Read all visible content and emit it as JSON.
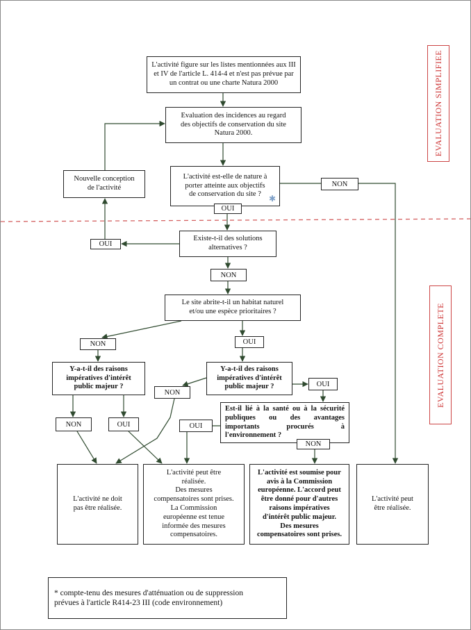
{
  "side_labels": {
    "simplified": "EVALUATION SIMPLIFIEE",
    "complete": "EVALUATION COMPLETE"
  },
  "boxes": {
    "activity_listed": "L'activité figure sur les listes mentionnées aux III\net IV de l'article L. 414-4 et n'est pas prévue par\nun contrat ou une charte Natura 2000",
    "evaluation": "Evaluation des incidences au regard\ndes objectifs de conservation du site\nNatura 2000.",
    "nature_q": "L'activité est-elle de nature à\nporter atteinte aux objectifs\nde conservation du site ?",
    "nature_q_mark": "✱",
    "new_design": "Nouvelle conception\nde l'activité",
    "alternatives_q": "Existe-t-il des solutions\nalternatives ?",
    "habitat_q": "Le site abrite-t-il un habitat naturel\net/ou une espèce prioritaires ?",
    "reasons_q_left": "Y-a-t-il des raisons\nimpératives d'intérêt\npublic majeur ?",
    "reasons_q_right": "Y-a-t-il des raisons\nimpératives d'intérêt\npublic majeur ?",
    "health_q": "Est-il lié à la santé ou à la sécurité publiques ou des avantages importants procurés à l'environnement ?",
    "outcome_not": "L'activité ne doit\npas être réalisée.",
    "outcome_comp": "L'activité peut être\nréalisée.\nDes mesures\ncompensatoires sont prises.\nLa Commission\neuropéenne est tenue\ninformée des mesures\ncompensatoires.",
    "outcome_commission": "L'activité est soumise pour\navis à la Commission\neuropéenne. L'accord peut\nêtre donné pour d'autres\nraisons impératives\nd'intérêt public majeur.\nDes mesures\ncompensatoires sont prises.",
    "outcome_ok": "L'activité peut\nêtre réalisée."
  },
  "labels": {
    "non_nature": "NON",
    "oui_nature": "OUI",
    "oui_alt": "OUI",
    "non_alt": "NON",
    "non_habitat": "NON",
    "oui_habitat": "OUI",
    "non_reasons_left": "NON",
    "oui_reasons_left": "OUI",
    "non_reasons_right": "NON",
    "oui_reasons_right": "OUI",
    "oui_health": "OUI",
    "non_health": "NON"
  },
  "footnote": "* compte-tenu des mesures d'atténuation ou de suppression\nprévues à l'article R414-23 III (code environnement)",
  "colors": {
    "arrow": "#2f4a2f",
    "divider": "#d46060",
    "side_label": "#cc3333"
  }
}
